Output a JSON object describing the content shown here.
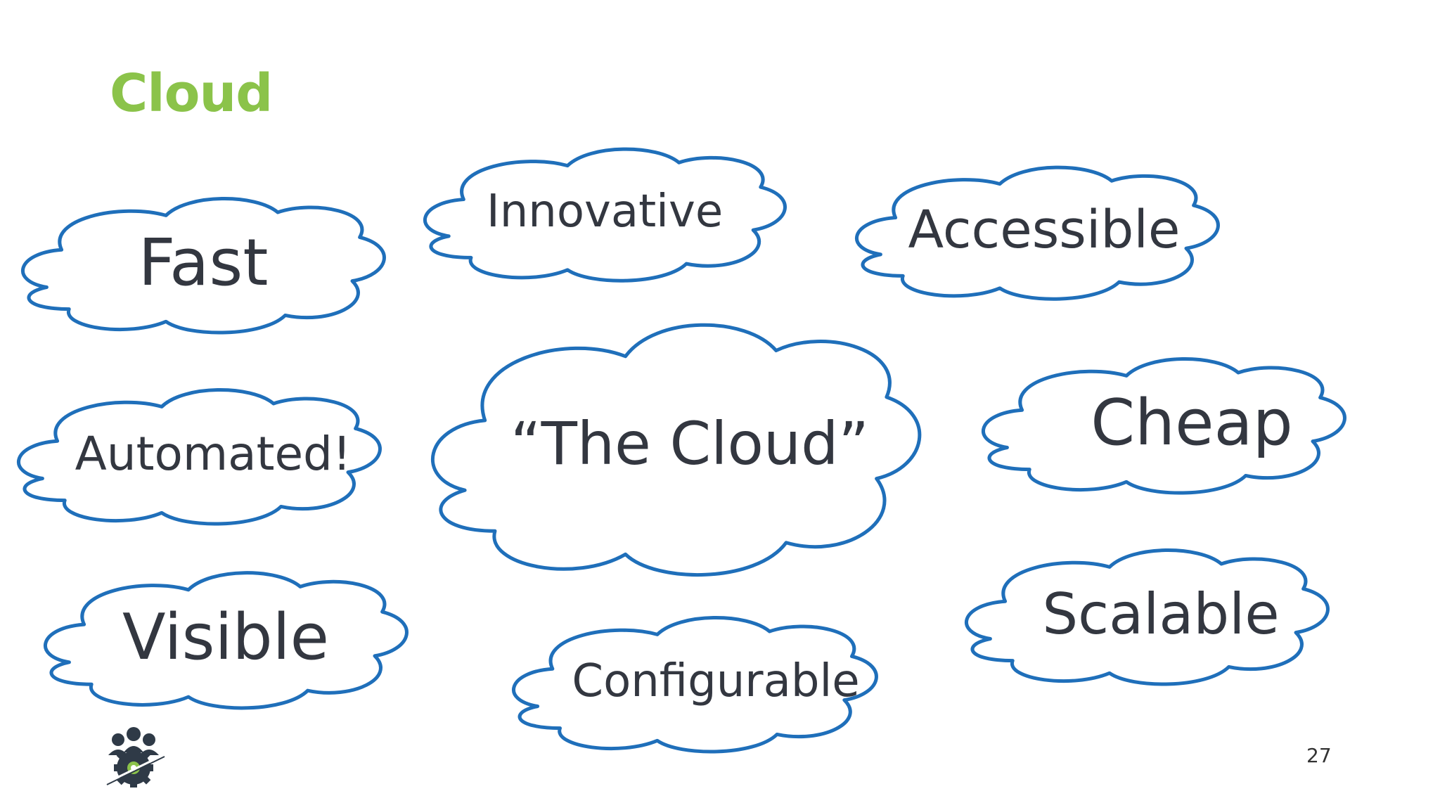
{
  "slide": {
    "title": "Cloud",
    "page_number": "27",
    "colors": {
      "title": "#8bc34a",
      "cloud_stroke": "#1f6fba",
      "text": "#333740",
      "logo": "#2f3a47",
      "logo_accent": "#8bc34a"
    }
  },
  "clouds": {
    "fast": "Fast",
    "innovative": "Innovative",
    "accessible": "Accessible",
    "automated": "Automated!",
    "the_cloud": "“The Cloud”",
    "cheap": "Cheap",
    "visible": "Visible",
    "configurable": "Configurable",
    "scalable": "Scalable"
  },
  "logo": {
    "icon": "team-gear-icon"
  }
}
